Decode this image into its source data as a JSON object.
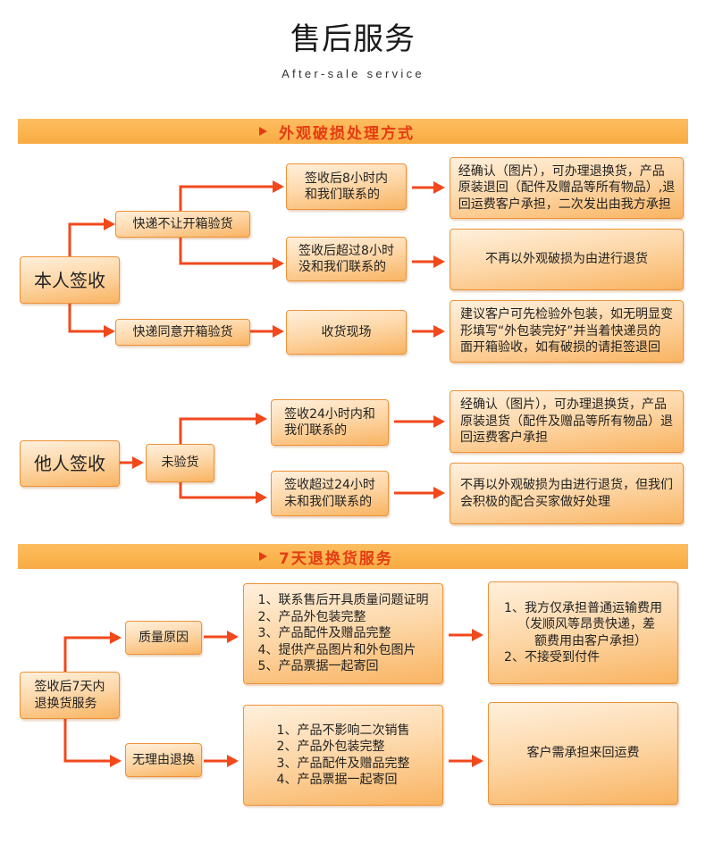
{
  "page": {
    "title": "售后服务",
    "subtitle": "After-sale service"
  },
  "theme": {
    "header_bar": "#fbb44f",
    "header_text": "#e43c12",
    "arrow": "#f1481c",
    "box_border": "#ee9238",
    "box_fill_top": "#fff0dc",
    "box_fill_bottom": "#f9b462",
    "text": "#222222"
  },
  "section_marker_icon": "triangle-right-icon",
  "damage": {
    "heading": "外观破损处理方式",
    "self": {
      "label": "本人签收",
      "courier_refuses": {
        "label": "快递不让开箱验货",
        "within_8h": {
          "condition": [
            "签收后8小时内",
            "和我们联系的"
          ],
          "outcome": [
            "经确认（图片），可办理退换货，产品",
            "原装退回（配件及赠品等所有物品）,退",
            "回运费客户承担，二次发出由我方承担"
          ]
        },
        "after_8h": {
          "condition": [
            "签收后超过8小时",
            "没和我们联系的"
          ],
          "outcome": [
            "不再以外观破损为由进行退货"
          ]
        }
      },
      "courier_allows": {
        "label": "快递同意开箱验货",
        "on_site": {
          "condition": [
            "收货现场"
          ],
          "outcome": [
            "建议客户可先检验外包装，如无明显变",
            "形填写“外包装完好”并当着快递员的",
            "面开箱验收，如有破损的请拒签退回"
          ]
        }
      }
    },
    "other": {
      "label": "他人签收",
      "not_inspected": {
        "label": "未验货",
        "within_24h": {
          "condition": [
            "签收24小时内和",
            "我们联系的"
          ],
          "outcome": [
            "经确认（图片），可办理退换货，产品",
            "原装退货（配件及赠品等所有物品）退",
            "回运费客户承担"
          ]
        },
        "after_24h": {
          "condition": [
            "签收超过24小时",
            "未和我们联系的"
          ],
          "outcome": [
            "不再以外观破损为由进行退货，但我们",
            "会积极的配合买家做好处理"
          ]
        }
      }
    }
  },
  "returns": {
    "heading": "7天退换货服务",
    "root": [
      "签收后7天内",
      "退换货服务"
    ],
    "quality": {
      "label": "质量原因",
      "requirements": [
        "1、联系售后开具质量问题证明",
        "2、产品外包装完整",
        "3、产品配件及赠品完整",
        "4、提供产品图片和外包图片",
        "5、产品票据一起寄回"
      ],
      "policy": [
        "1、我方仅承担普通运输费用",
        "（发顺风等昂贵快递，差",
        "额费用由客户承担）",
        "2、不接受到付件"
      ]
    },
    "no_reason": {
      "label": "无理由退换",
      "requirements": [
        "1、产品不影响二次销售",
        "2、产品外包装完整",
        "3、产品配件及赠品完整",
        "4、产品票据一起寄回"
      ],
      "policy": [
        "客户需承担来回运费"
      ]
    }
  }
}
